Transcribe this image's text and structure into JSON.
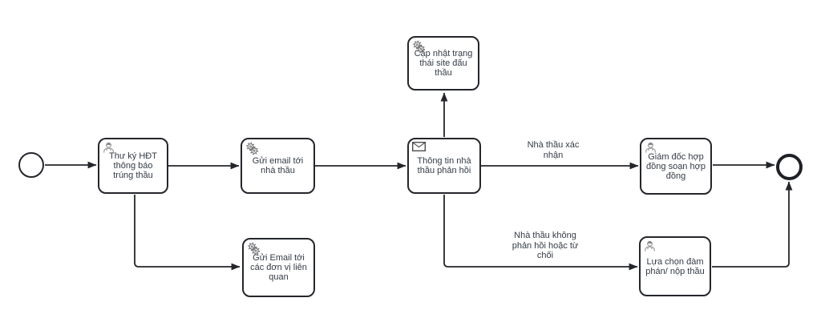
{
  "diagram": {
    "type": "bpmn-process-flow",
    "background_color": "#ffffff",
    "stroke_color": "#24262c",
    "text_color": "#333a45",
    "events": {
      "start": {
        "name": "start-event"
      },
      "end": {
        "name": "end-event"
      }
    },
    "tasks": {
      "thu_ky": {
        "label": "Thư ký HĐT thông báo trúng thầu",
        "icon": "user-icon"
      },
      "gui_email_nha_thau": {
        "label": "Gửi email tới nhà thầu",
        "icon": "gears-icon"
      },
      "cap_nhat_site": {
        "label": "Cập nhật trạng thái site đấu thầu",
        "icon": "gears-icon"
      },
      "thong_tin_phan_hoi": {
        "label": "Thông tin nhà thầu phản hồi",
        "icon": "envelope-icon"
      },
      "gui_email_don_vi": {
        "label": "Gửi Email tới các đơn vị liên quan",
        "icon": "gears-icon"
      },
      "giam_doc_hop_dong": {
        "label": "Giám đốc hợp đồng soạn hợp đồng",
        "icon": "user-icon"
      },
      "lua_chon_dam_phan": {
        "label": "Lựa chọn đàm phán/ nộp thầu",
        "icon": "user-icon"
      }
    },
    "edge_labels": {
      "xac_nhan": "Nhà thầu xác nhận",
      "khong_phan_hoi": "Nhà thầu không phản hồi hoặc từ chối"
    }
  }
}
